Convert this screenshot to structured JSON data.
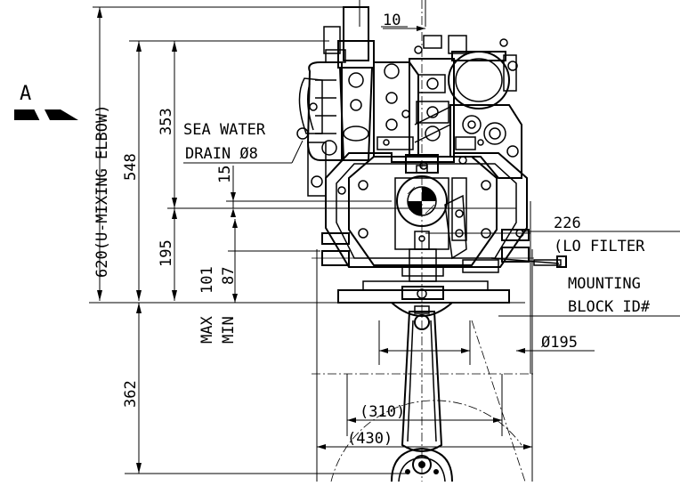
{
  "view_marker": {
    "letter": "A"
  },
  "dimensions": {
    "d620": "620(U-MIXING ELBOW)",
    "d548": "548",
    "d353": "353",
    "d195v": "195",
    "d362": "362",
    "d15": "15",
    "d10": "10",
    "d101": "101",
    "d87": "87",
    "max": "MAX",
    "min": "MIN",
    "d226": "226",
    "d310": "(310)",
    "d430": "(430)",
    "dia195": "Ø195"
  },
  "callouts": {
    "sea_water_line1": "SEA WATER",
    "sea_water_line2": "DRAIN Ø8",
    "lo_filter": "(LO FILTER",
    "mounting_line1": "MOUNTING",
    "mounting_line2": "BLOCK ID#"
  }
}
